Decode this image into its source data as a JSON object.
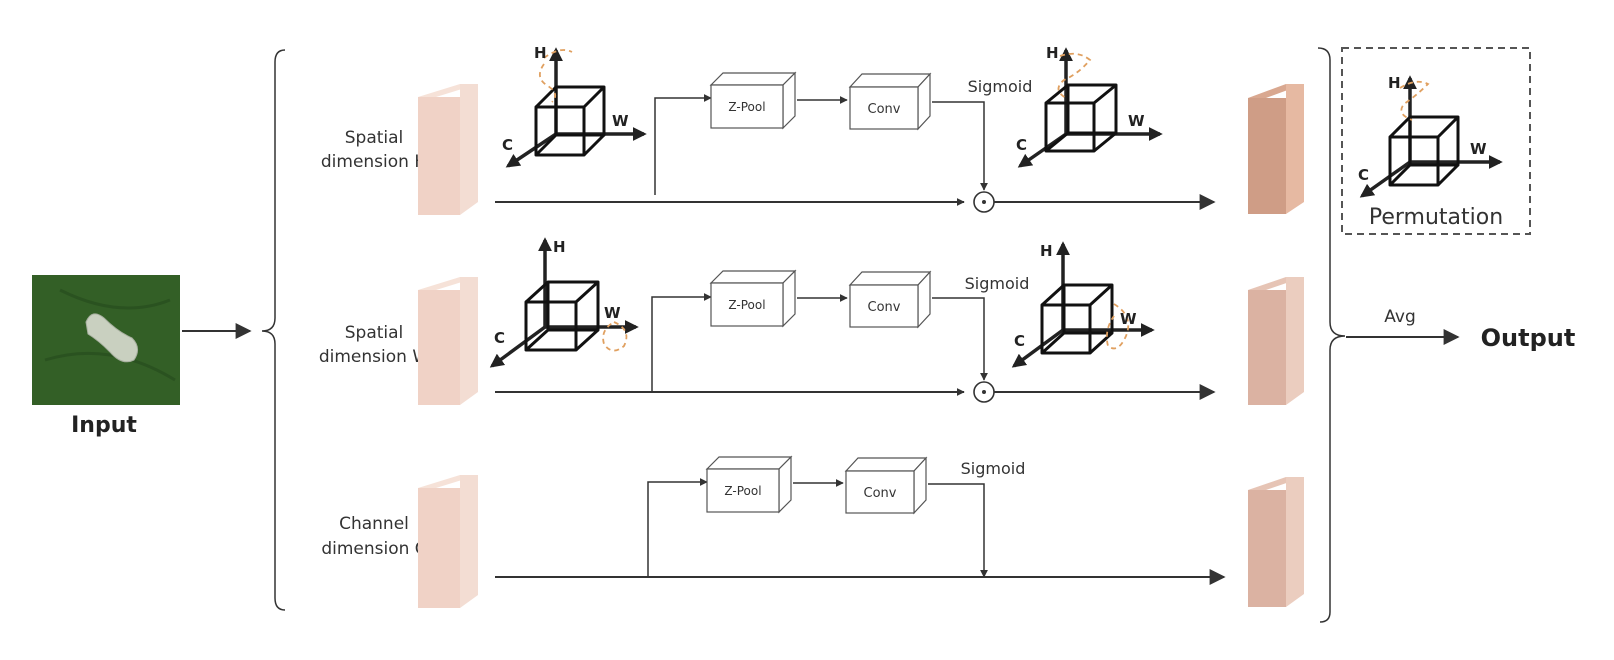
{
  "input": {
    "label": "Input",
    "image": "larva-on-leaf"
  },
  "output": {
    "label": "Output"
  },
  "avg_label": "Avg",
  "permutation": {
    "label": "Permutation"
  },
  "axes": {
    "h": "H",
    "w": "W",
    "c": "C"
  },
  "colors": {
    "tensor_light": "#f0d2c6",
    "tensor_mid": "#dbb2a2",
    "tensor_dark": "#cf9d86",
    "leaf": "#2e5a24",
    "rotation_arrow": "#e0a060"
  },
  "branches": [
    {
      "id": "h",
      "label_line1": "Spatial",
      "label_line2": "dimension H",
      "zpool": "Z-Pool",
      "conv": "Conv",
      "sigmoid": "Sigmoid"
    },
    {
      "id": "w",
      "label_line1": "Spatial",
      "label_line2": "dimension W",
      "zpool": "Z-Pool",
      "conv": "Conv",
      "sigmoid": "Sigmoid"
    },
    {
      "id": "c",
      "label_line1": "Channel",
      "label_line2": "dimension C",
      "zpool": "Z-Pool",
      "conv": "Conv",
      "sigmoid": "Sigmoid"
    }
  ]
}
